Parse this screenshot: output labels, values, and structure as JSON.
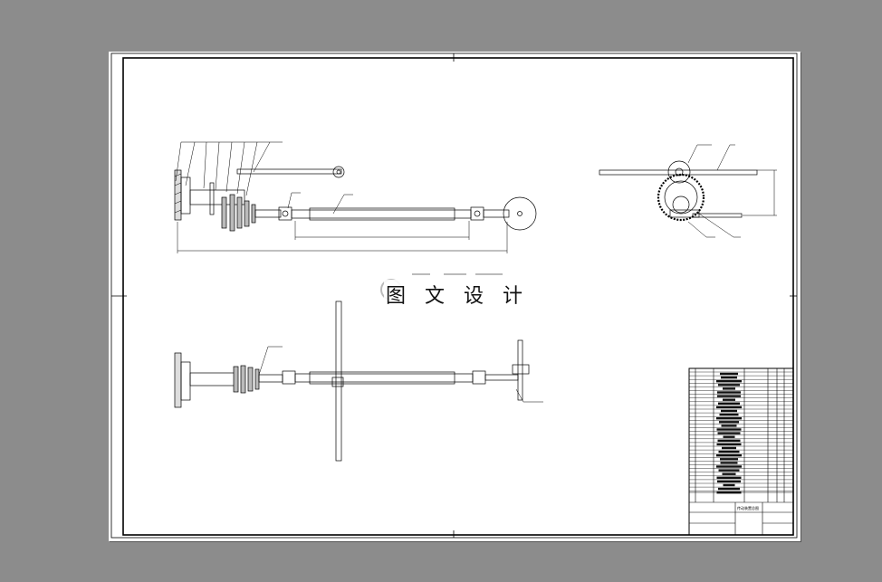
{
  "watermark": {
    "text": "图 文 设 计",
    "logo": "mumu-logo"
  },
  "drawing": {
    "type": "mechanical-assembly-drawing",
    "views": [
      "front-view",
      "side-view",
      "top-view"
    ],
    "title_block": {
      "name_label": "传动装置总图"
    }
  },
  "colors": {
    "background": "#8c8c8c",
    "sheet": "#ffffff",
    "line": "#000000"
  }
}
